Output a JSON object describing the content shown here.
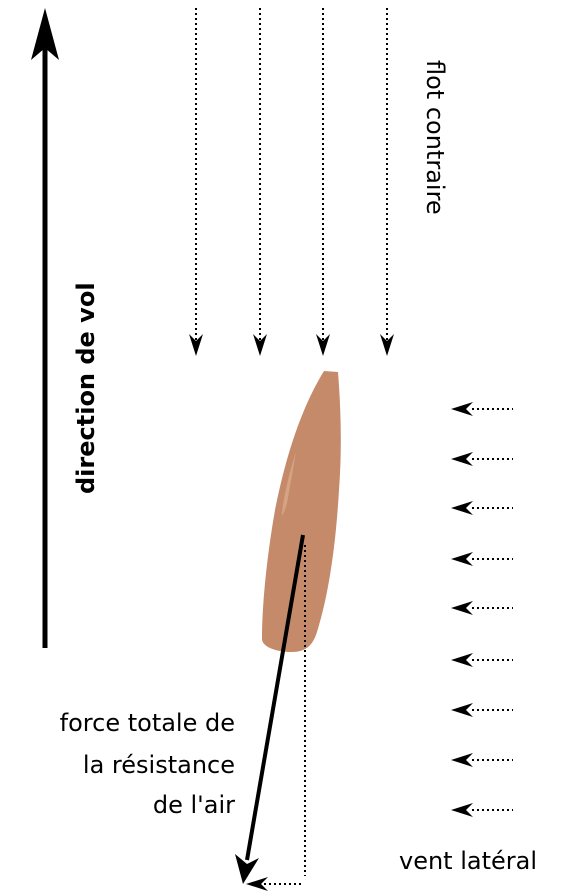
{
  "labels": {
    "flight_direction": "direction de vol",
    "headwind": "flot contraire",
    "crosswind": "vent latéral",
    "force_line_1": "force totale de",
    "force_line_2": "la résistance",
    "force_line_3": "de l'air"
  },
  "colors": {
    "projectile_fill": "#c48a69",
    "projectile_highlight": "#d9a88a",
    "arrow": "#000000",
    "background": "#ffffff"
  },
  "counts": {
    "headwind_arrows": 4,
    "crosswind_arrows": 9
  }
}
